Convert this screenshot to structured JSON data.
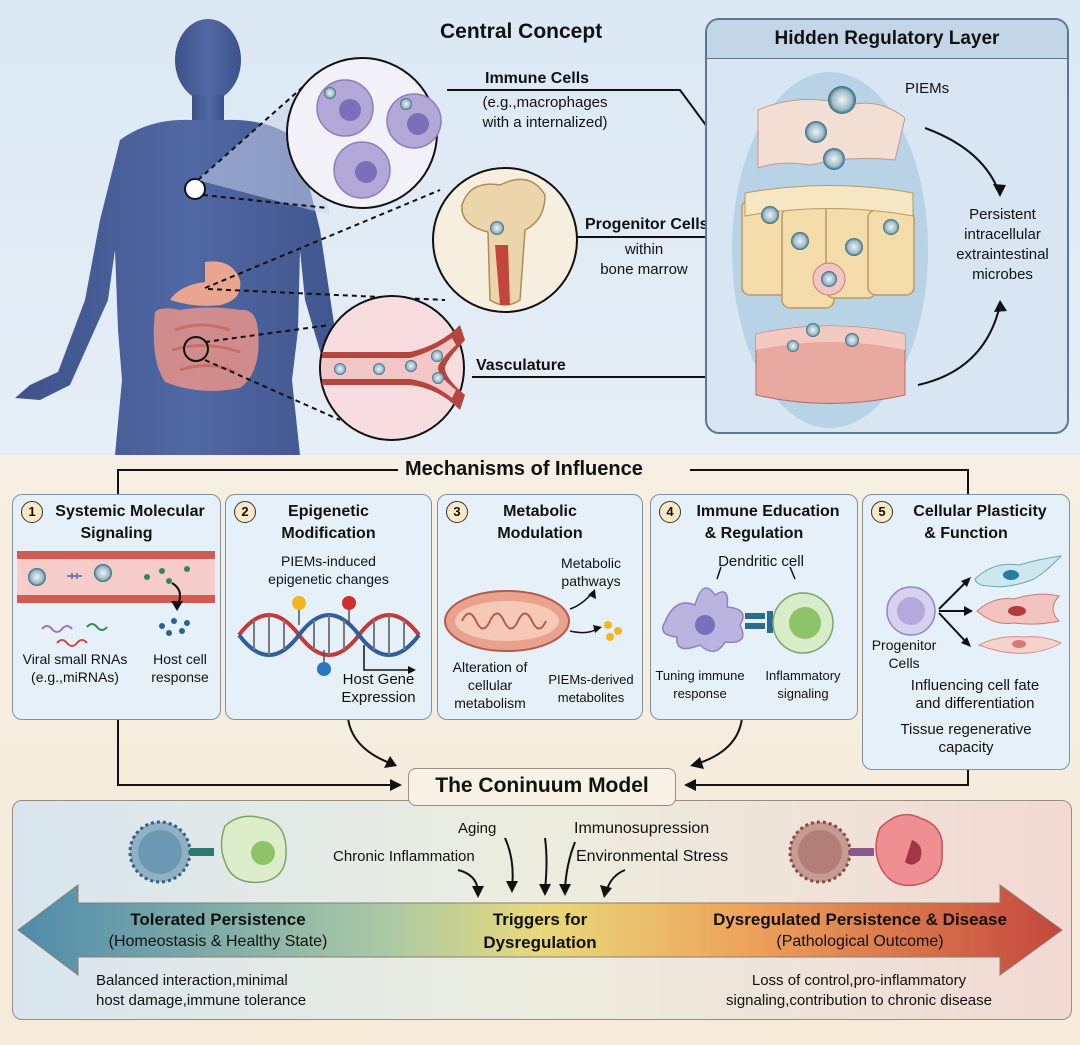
{
  "central_concept": {
    "title": "Central Concept",
    "immune": {
      "title": "Immune Cells",
      "desc1": "(e.g.,macrophages",
      "desc2": "with a internalized)"
    },
    "progenitor": {
      "title": "Progenitor Cells",
      "desc1": "within",
      "desc2": "bone marrow"
    },
    "vasculature": {
      "title": "Vasculature"
    }
  },
  "hidden_layer": {
    "title": "Hidden Regulatory Layer",
    "piems": "PIEMs",
    "desc": [
      "Persistent",
      "intracellular",
      "extraintestinal",
      "microbes"
    ]
  },
  "mechanisms": {
    "title": "Mechanisms of Influence",
    "cards": [
      {
        "num": "1",
        "title1": "Systemic Molecular",
        "title2": "Signaling",
        "left1": "Viral small RNAs",
        "left2": "(e.g.,miRNAs)",
        "right1": "Host cell",
        "right2": "response"
      },
      {
        "num": "2",
        "title1": "Epigenetic",
        "title2": "Modification",
        "top1": "PIEMs-induced",
        "top2": "epigenetic changes",
        "bottom1": "Host Gene",
        "bottom2": "Expression"
      },
      {
        "num": "3",
        "title1": "Metabolic",
        "title2": "Modulation",
        "top1": "Metabolic",
        "top2": "pathways",
        "left1": "Alteration of",
        "left2": "cellular",
        "left3": "metabolism",
        "right1": "PIEMs-derived",
        "right2": "metabolites"
      },
      {
        "num": "4",
        "title1": "Immune Education",
        "title2": "& Regulation",
        "top": "Dendritic cell",
        "left1": "Tuning immune",
        "left2": "response",
        "right1": "Inflammatory",
        "right2": "signaling"
      },
      {
        "num": "5",
        "title1": "Cellular Plasticity",
        "title2": "& Function",
        "left1": "Progenitor",
        "left2": "Cells",
        "mid1": "Influencing cell fate",
        "mid2": "and differentiation",
        "bottom1": "Tissue regenerative",
        "bottom2": "capacity"
      }
    ]
  },
  "continuum": {
    "title": "The Coninuum Model",
    "triggers": [
      "Aging",
      "Immunosupression",
      "Chronic Inflammation",
      "Environmental Stress"
    ],
    "left_title": "Tolerated Persistence",
    "left_sub": "(Homeostasis & Healthy State)",
    "mid_title1": "Triggers for",
    "mid_title2": "Dysregulation",
    "right_title": "Dysregulated Persistence & Disease",
    "right_sub": "(Pathological Outcome)",
    "left_desc1": "Balanced interaction,minimal",
    "left_desc2": "host damage,immune tolerance",
    "right_desc1": "Loss of control,pro-inflammatory",
    "right_desc2": "signaling,contribution to chronic disease"
  },
  "colors": {
    "body": "#4a6196",
    "arrow_left": "#5b8aa8",
    "arrow_right": "#c84a3e",
    "panel_border": "#5b7892"
  }
}
